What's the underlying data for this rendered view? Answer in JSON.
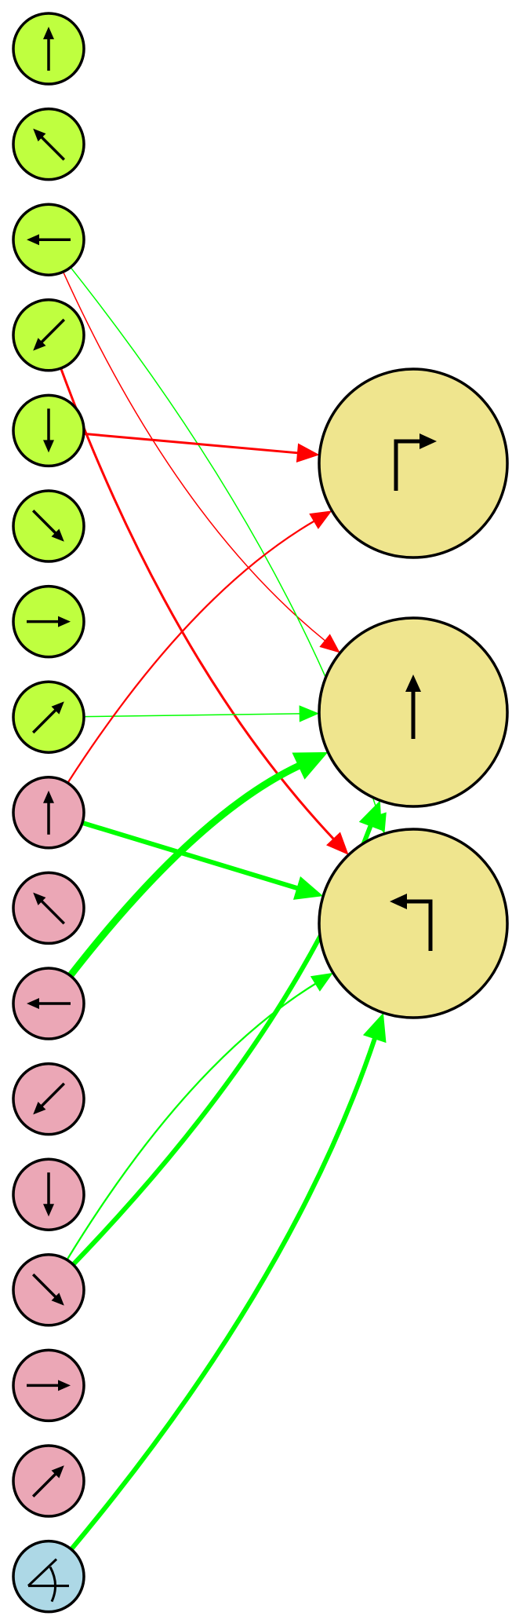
{
  "colors": {
    "group_a": "#bfff3f",
    "group_b": "#eba7b6",
    "special": "#add8e6",
    "output": "#efe58e",
    "outline": "#000000",
    "excitatory": "#00ff00",
    "inhibitory": "#ff0000"
  },
  "inputs": [
    {
      "id": "a-up",
      "group": "group_a",
      "icon": "arrow-up-icon"
    },
    {
      "id": "a-up-left",
      "group": "group_a",
      "icon": "arrow-up-left-icon"
    },
    {
      "id": "a-left",
      "group": "group_a",
      "icon": "arrow-left-icon"
    },
    {
      "id": "a-down-left",
      "group": "group_a",
      "icon": "arrow-down-left-icon"
    },
    {
      "id": "a-down",
      "group": "group_a",
      "icon": "arrow-down-icon"
    },
    {
      "id": "a-down-right",
      "group": "group_a",
      "icon": "arrow-down-right-icon"
    },
    {
      "id": "a-right",
      "group": "group_a",
      "icon": "arrow-right-icon"
    },
    {
      "id": "a-up-right",
      "group": "group_a",
      "icon": "arrow-up-right-icon"
    },
    {
      "id": "b-up",
      "group": "group_b",
      "icon": "arrow-up-icon"
    },
    {
      "id": "b-up-left",
      "group": "group_b",
      "icon": "arrow-up-left-icon"
    },
    {
      "id": "b-left",
      "group": "group_b",
      "icon": "arrow-left-icon"
    },
    {
      "id": "b-down-left",
      "group": "group_b",
      "icon": "arrow-down-left-icon"
    },
    {
      "id": "b-down",
      "group": "group_b",
      "icon": "arrow-down-icon"
    },
    {
      "id": "b-down-right",
      "group": "group_b",
      "icon": "arrow-down-right-icon"
    },
    {
      "id": "b-right",
      "group": "group_b",
      "icon": "arrow-right-icon"
    },
    {
      "id": "b-up-right",
      "group": "group_b",
      "icon": "arrow-up-right-icon"
    },
    {
      "id": "c-angle",
      "group": "special",
      "icon": "angle-icon"
    }
  ],
  "outputs": [
    {
      "id": "turn-right",
      "icon": "turn-right-icon"
    },
    {
      "id": "forward",
      "icon": "forward-arrow-icon"
    },
    {
      "id": "turn-left",
      "icon": "turn-left-icon"
    }
  ],
  "connections": [
    {
      "from": "a-left",
      "to": "forward",
      "sign": "inhibitory",
      "weight": 1
    },
    {
      "from": "a-left",
      "to": "turn-left",
      "sign": "excitatory",
      "weight": 1
    },
    {
      "from": "a-down-left",
      "to": "turn-left",
      "sign": "inhibitory",
      "weight": 2
    },
    {
      "from": "a-down",
      "to": "turn-right",
      "sign": "inhibitory",
      "weight": 2
    },
    {
      "from": "a-up-right",
      "to": "forward",
      "sign": "excitatory",
      "weight": 1
    },
    {
      "from": "b-up",
      "to": "turn-right",
      "sign": "inhibitory",
      "weight": 1.5
    },
    {
      "from": "b-up",
      "to": "turn-left",
      "sign": "excitatory",
      "weight": 4
    },
    {
      "from": "b-left",
      "to": "forward",
      "sign": "excitatory",
      "weight": 6
    },
    {
      "from": "b-down-right",
      "to": "forward",
      "sign": "excitatory",
      "weight": 4
    },
    {
      "from": "b-down-right",
      "to": "turn-left",
      "sign": "excitatory",
      "weight": 1.5
    },
    {
      "from": "c-angle",
      "to": "turn-left",
      "sign": "excitatory",
      "weight": 4
    }
  ]
}
